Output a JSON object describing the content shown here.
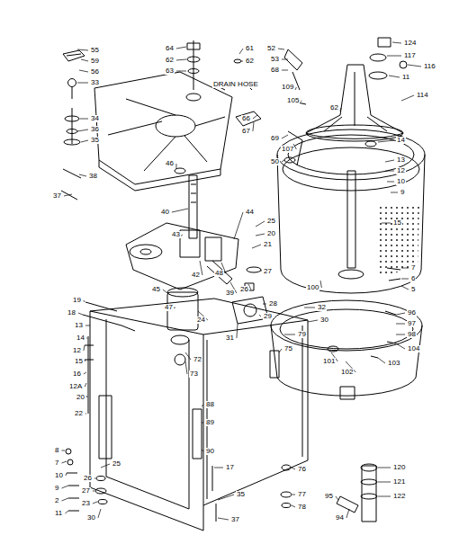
{
  "diagram": {
    "labels": [
      "55",
      "59",
      "56",
      "33",
      "64",
      "62",
      "63",
      "61",
      "62",
      "52",
      "53",
      "68",
      "DRAIN HOSE",
      "109",
      "105",
      "124",
      "117",
      "116",
      "11",
      "34",
      "36",
      "35",
      "66",
      "67",
      "69",
      "107",
      "50",
      "38",
      "37",
      "46",
      "40",
      "44",
      "25",
      "20",
      "21",
      "43",
      "42",
      "48",
      "39",
      "45",
      "47",
      "26",
      "27",
      "28",
      "29",
      "31",
      "24",
      "19",
      "18",
      "13",
      "14",
      "12",
      "15",
      "16",
      "12A",
      "20",
      "22",
      "8",
      "7",
      "10",
      "9",
      "2",
      "11",
      "25",
      "26",
      "27",
      "23",
      "30",
      "17",
      "35",
      "37",
      "76",
      "77",
      "78",
      "32",
      "30",
      "79",
      "75",
      "72",
      "73",
      "13",
      "12",
      "10",
      "9",
      "14",
      "15",
      "7",
      "6",
      "5",
      "100",
      "101",
      "102",
      "103",
      "104",
      "96",
      "97",
      "98",
      "120",
      "121",
      "122",
      "95",
      "94",
      "88",
      "89",
      "90",
      "62",
      "114"
    ]
  }
}
